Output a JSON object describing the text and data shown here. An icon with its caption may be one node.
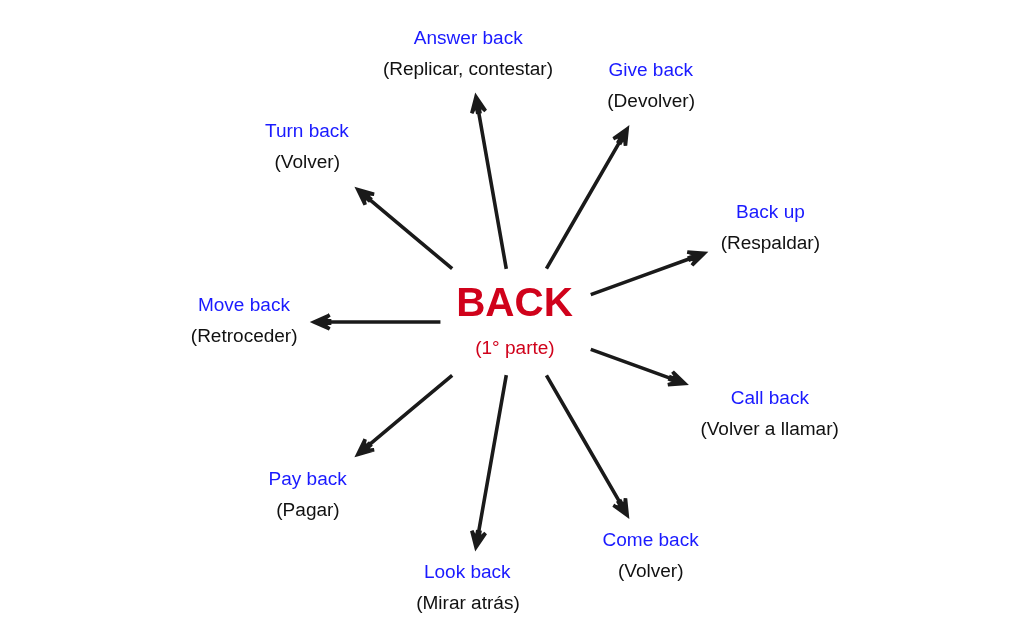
{
  "diagram": {
    "nodes": [
      {
        "text": [
          "BACK",
          "(1° parte)"
        ]
      },
      {
        "text": [
          "Back up",
          "(Respaldar)"
        ]
      },
      {
        "text": [
          "Give back",
          "(Devolver)"
        ]
      },
      {
        "text": [
          "Answer back",
          "(Replicar, contestar)"
        ]
      },
      {
        "text": [
          "Turn back",
          "(Volver)"
        ]
      },
      {
        "text": [
          "Move back",
          "(Retroceder)"
        ]
      },
      {
        "text": [
          "Pay back",
          "(Pagar)"
        ]
      },
      {
        "text": [
          "Look back",
          "(Mirar atrás)"
        ]
      },
      {
        "text": [
          "Come back",
          "(Volver)"
        ]
      },
      {
        "text": [
          "Call back",
          "(Volver a llamar)"
        ]
      }
    ],
    "edges": [
      {
        "from": 0,
        "to": 1,
        "arrow": "to"
      },
      {
        "from": 0,
        "to": 2,
        "arrow": "to"
      },
      {
        "from": 0,
        "to": 3,
        "arrow": "to"
      },
      {
        "from": 0,
        "to": 4,
        "arrow": "to"
      },
      {
        "from": 0,
        "to": 5,
        "arrow": "to"
      },
      {
        "from": 0,
        "to": 6,
        "arrow": "to"
      },
      {
        "from": 0,
        "to": 7,
        "arrow": "to"
      },
      {
        "from": 0,
        "to": 8,
        "arrow": "to"
      },
      {
        "from": 0,
        "to": 9,
        "arrow": "to"
      }
    ]
  }
}
